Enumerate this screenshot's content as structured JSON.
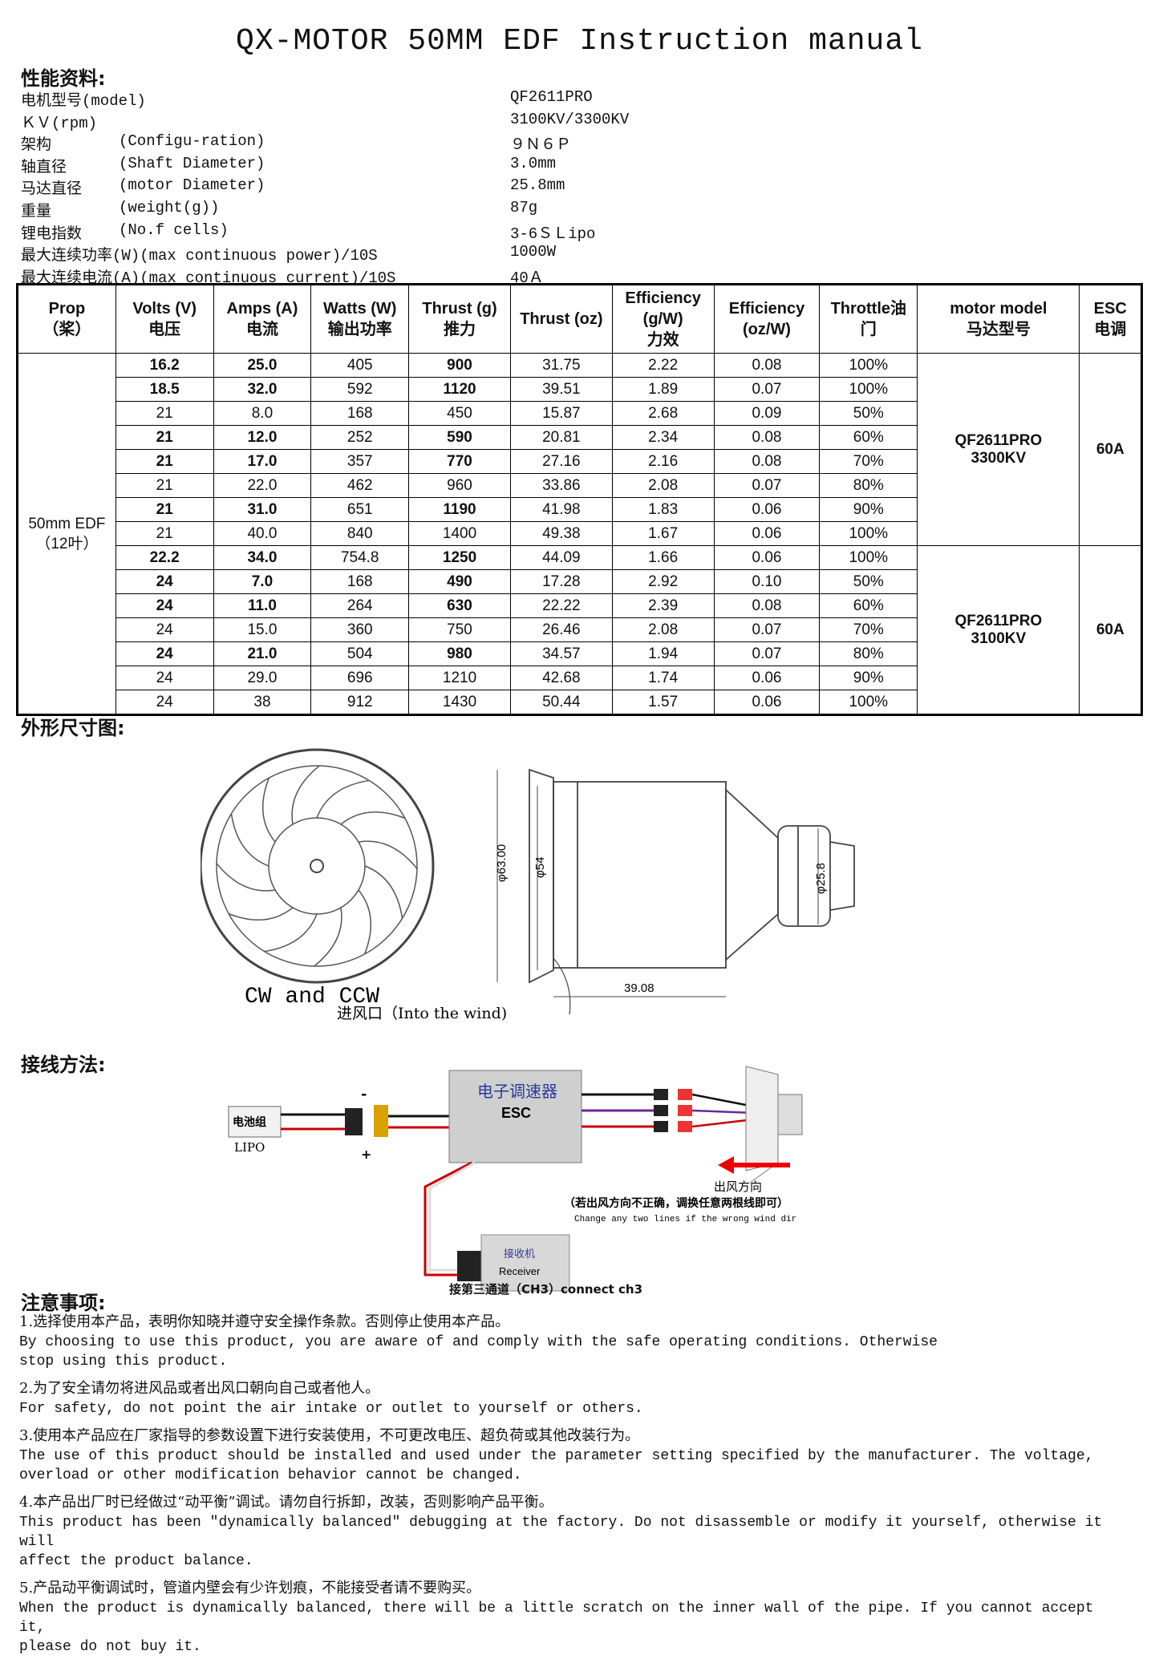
{
  "title": "QX-MOTOR 50MM EDF Instruction manual",
  "sections": {
    "performance": "性能资料:",
    "dimensions": "外形尺寸图:",
    "wiring": "接线方法:",
    "notes": "注意事项:"
  },
  "specs": [
    {
      "label": "电机型号(model)",
      "label2": "",
      "value": "QF2611PRO"
    },
    {
      "label": "ＫＶ(rpm)",
      "label2": "",
      "value": "3100KV/3300KV"
    },
    {
      "label": "架构",
      "label2": "(Configu-ration)",
      "value": "９Ｎ６Ｐ"
    },
    {
      "label": "轴直径",
      "label2": "(Shaft Diameter)",
      "value": "3.0mm"
    },
    {
      "label": "马达直径",
      "label2": "(motor Diameter)",
      "value": "25.8mm"
    },
    {
      "label": "重量",
      "label2": "(weight(g))",
      "value": "87g"
    },
    {
      "label": "锂电指数",
      "label2": "(No.f cells)",
      "value": "3-6ＳＬipo"
    },
    {
      "label": "最大连续功率(W)(max continuous power)/10S",
      "label2": "",
      "value": "1000W"
    },
    {
      "label": "最大连续电流(A)(max continuous current)/10S",
      "label2": "",
      "value": "40Ａ"
    }
  ],
  "table": {
    "headers": [
      [
        "Prop",
        "（桨）"
      ],
      [
        "Volts (V)",
        "电压"
      ],
      [
        "Amps (A)",
        "电流"
      ],
      [
        "Watts (W)",
        "输出功率"
      ],
      [
        "Thrust (g)",
        "推力"
      ],
      [
        "Thrust (oz)",
        ""
      ],
      [
        "Efficiency",
        "(g/W)",
        "力效"
      ],
      [
        "Efficiency",
        "(oz/W)"
      ],
      [
        "Throttle油",
        "门"
      ],
      [
        "motor model",
        "马达型号"
      ],
      [
        "ESC",
        "电调"
      ]
    ],
    "prop": [
      "50mm EDF",
      "（12叶）"
    ],
    "groups": [
      {
        "model": [
          "QF2611PRO",
          "3300KV"
        ],
        "esc": "60A",
        "rows": [
          {
            "v": "16.2",
            "a": "25.0",
            "w": "405",
            "g": "900",
            "oz": "31.75",
            "eg": "2.22",
            "eoz": "0.08",
            "t": "100%",
            "bold": true
          },
          {
            "v": "18.5",
            "a": "32.0",
            "w": "592",
            "g": "1120",
            "oz": "39.51",
            "eg": "1.89",
            "eoz": "0.07",
            "t": "100%",
            "bold": true
          },
          {
            "v": "21",
            "a": "8.0",
            "w": "168",
            "g": "450",
            "oz": "15.87",
            "eg": "2.68",
            "eoz": "0.09",
            "t": "50%",
            "bold": false
          },
          {
            "v": "21",
            "a": "12.0",
            "w": "252",
            "g": "590",
            "oz": "20.81",
            "eg": "2.34",
            "eoz": "0.08",
            "t": "60%",
            "bold": true
          },
          {
            "v": "21",
            "a": "17.0",
            "w": "357",
            "g": "770",
            "oz": "27.16",
            "eg": "2.16",
            "eoz": "0.08",
            "t": "70%",
            "bold": true
          },
          {
            "v": "21",
            "a": "22.0",
            "w": "462",
            "g": "960",
            "oz": "33.86",
            "eg": "2.08",
            "eoz": "0.07",
            "t": "80%",
            "bold": false
          },
          {
            "v": "21",
            "a": "31.0",
            "w": "651",
            "g": "1190",
            "oz": "41.98",
            "eg": "1.83",
            "eoz": "0.06",
            "t": "90%",
            "bold": true
          },
          {
            "v": "21",
            "a": "40.0",
            "w": "840",
            "g": "1400",
            "oz": "49.38",
            "eg": "1.67",
            "eoz": "0.06",
            "t": "100%",
            "bold": false
          }
        ]
      },
      {
        "model": [
          "QF2611PRO",
          "3100KV"
        ],
        "esc": "60A",
        "rows": [
          {
            "v": "22.2",
            "a": "34.0",
            "w": "754.8",
            "g": "1250",
            "oz": "44.09",
            "eg": "1.66",
            "eoz": "0.06",
            "t": "100%",
            "bold": true
          },
          {
            "v": "24",
            "a": "7.0",
            "w": "168",
            "g": "490",
            "oz": "17.28",
            "eg": "2.92",
            "eoz": "0.10",
            "t": "50%",
            "bold": true
          },
          {
            "v": "24",
            "a": "11.0",
            "w": "264",
            "g": "630",
            "oz": "22.22",
            "eg": "2.39",
            "eoz": "0.08",
            "t": "60%",
            "bold": true
          },
          {
            "v": "24",
            "a": "15.0",
            "w": "360",
            "g": "750",
            "oz": "26.46",
            "eg": "2.08",
            "eoz": "0.07",
            "t": "70%",
            "bold": false
          },
          {
            "v": "24",
            "a": "21.0",
            "w": "504",
            "g": "980",
            "oz": "34.57",
            "eg": "1.94",
            "eoz": "0.07",
            "t": "80%",
            "bold": true
          },
          {
            "v": "24",
            "a": "29.0",
            "w": "696",
            "g": "1210",
            "oz": "42.68",
            "eg": "1.74",
            "eoz": "0.06",
            "t": "90%",
            "bold": false
          },
          {
            "v": "24",
            "a": "38",
            "w": "912",
            "g": "1430",
            "oz": "50.44",
            "eg": "1.57",
            "eoz": "0.06",
            "t": "100%",
            "bold": false
          }
        ]
      }
    ]
  },
  "drawing": {
    "rotation_label": "CW and CCW",
    "intake_label": "进风口（Into the wind)",
    "dim_outer": "φ63.00",
    "dim_inner": "φ54",
    "dim_motor": "φ25.8",
    "dim_length": "39.08"
  },
  "wiring": {
    "battery_cn": "电池组",
    "battery_en": "LIPO",
    "minus": "-",
    "plus": "+",
    "esc_cn": "电子调速器",
    "esc_en": "ESC",
    "airflow": "出风方向",
    "reverse_cn": "（若出风方向不正确，调换任意两根线即可）",
    "reverse_en": "Change any two lines if the wrong wind dir",
    "receiver_cn": "接收机",
    "receiver_en": "Receiver",
    "channel": "接第三通道（CH3）connect ch3"
  },
  "notes": [
    {
      "cn": "1.选择使用本产品，表明你知晓并遵守安全操作条款。否则停止使用本产品。",
      "en": "By choosing to use this product, you are aware of and comply with the safe operating conditions. Otherwise\nstop using this product."
    },
    {
      "cn": "2.为了安全请勿将进风品或者出风口朝向自己或者他人。",
      "en": "For safety, do not point the air intake or outlet to yourself or others."
    },
    {
      "cn": "3.使用本产品应在厂家指导的参数设置下进行安装使用，不可更改电压、超负荷或其他改装行为。",
      "en": "The use of this product should be installed and used under the parameter setting specified by the manufacturer. The voltage,\noverload or other modification behavior cannot be changed."
    },
    {
      "cn": "4.本产品出厂时已经做过“动平衡”调试。请勿自行拆卸，改装，否则影响产品平衡。",
      "en": "This product has been \"dynamically balanced\" debugging at the factory. Do not disassemble or modify it yourself, otherwise it will\naffect the product balance."
    },
    {
      "cn": "5.产品动平衡调试时，管道内壁会有少许划痕，不能接受者请不要购买。",
      "en": "When the product is dynamically balanced, there will be a little scratch on the inner wall of the pipe. If you cannot accept it,\nplease do not buy it."
    }
  ]
}
